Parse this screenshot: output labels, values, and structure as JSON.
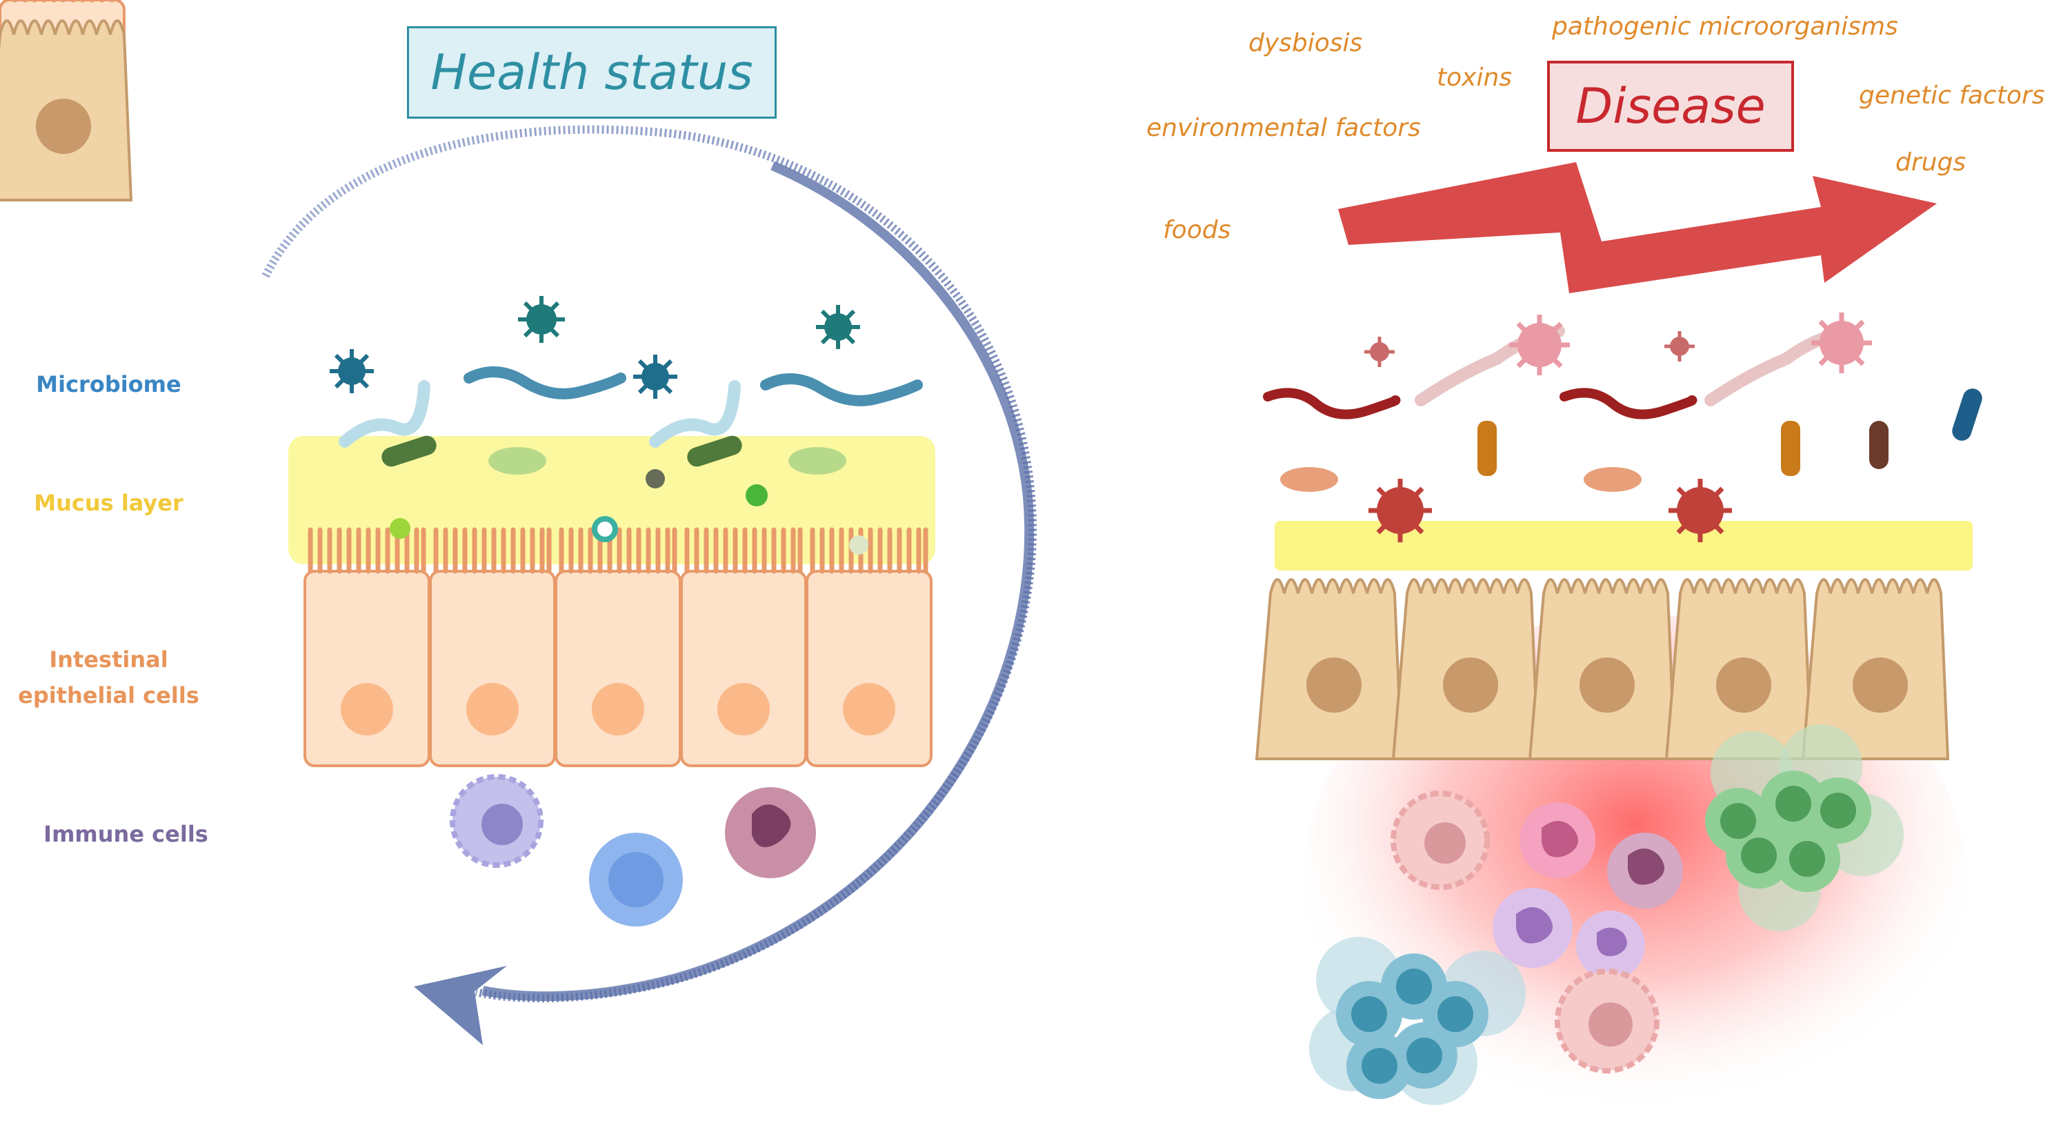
{
  "health": {
    "title": "Health status",
    "labels": {
      "microbiome": "Microbiome",
      "mucus": "Mucus layer",
      "intestinal_line1": "Intestinal",
      "intestinal_line2": "epithelial cells",
      "immune": "Immune cells"
    }
  },
  "disease": {
    "title": "Disease",
    "factors": {
      "dysbiosis": "dysbiosis",
      "toxins": "toxins",
      "pathogenic": "pathogenic microorganisms",
      "environmental": "environmental factors",
      "genetic": "genetic factors",
      "drugs": "drugs",
      "foods": "foods"
    }
  },
  "colors": {
    "health_title_text": "#2e8fa3",
    "health_title_bg": "#dcf0f6",
    "disease_title_text": "#c8282e",
    "disease_title_bg": "#f6dede",
    "microbiome": "#3a86c4",
    "mucus": "#f2d33a",
    "intestinal": "#e8955a",
    "immune": "#7a6a9e",
    "factor_text": "#e08a2a",
    "arrow_red": "#d94a4a",
    "cycle_arrow": "#6f82b4"
  },
  "icons": [
    "virus-icon",
    "bacterium-icon",
    "epithelial-cell-icon",
    "immune-cell-icon",
    "cycle-arrow-icon",
    "zigzag-arrow-icon"
  ]
}
